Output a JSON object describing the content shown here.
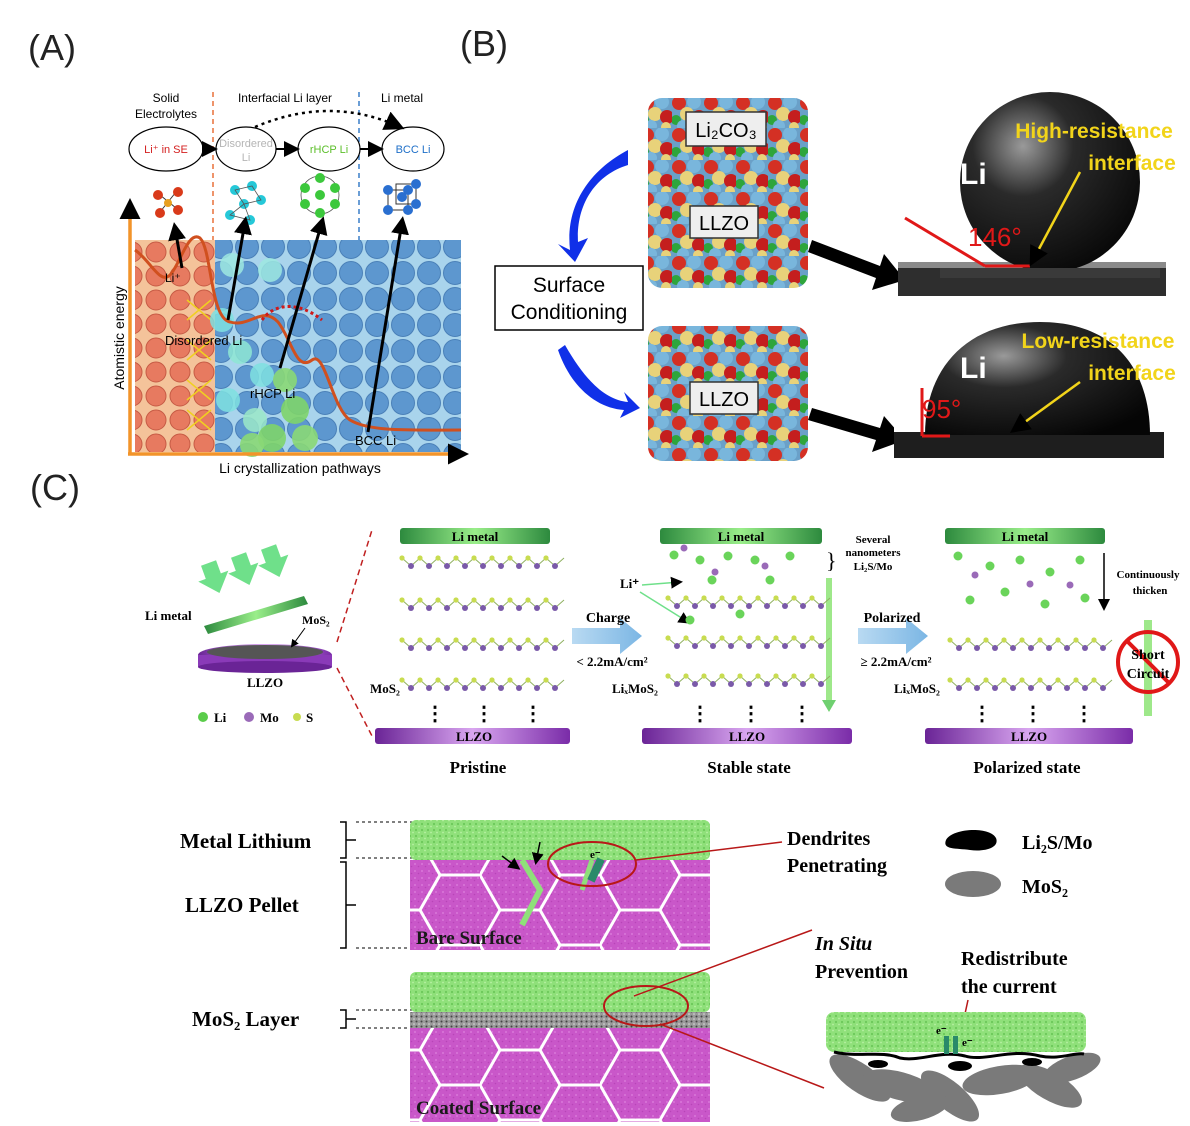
{
  "panels": {
    "a": {
      "label": "(A)",
      "headers": {
        "col1": [
          "Solid",
          "Electrolytes"
        ],
        "col2": "Interfacial Li layer",
        "col3": "Li metal"
      },
      "nodes": {
        "li_in_se": "Li⁺ in SE",
        "disordered": [
          "Disordered",
          "Li"
        ],
        "rhcp": "rHCP Li",
        "bcc": "BCC Li"
      },
      "curve_labels": {
        "li_plus": "Li⁺",
        "disordered": "Disordered Li",
        "rhcp": "rHCP Li",
        "bcc": "BCC Li"
      },
      "y_axis": "Atomistic energy",
      "x_axis": "Li crystallization pathways",
      "colors": {
        "node_red": "#d42020",
        "node_gray": "#b5b5b5",
        "node_green": "#5cbf2a",
        "node_blue": "#1e6fc8",
        "axis": "#f2942a"
      }
    },
    "b": {
      "label": "(B)",
      "box_top_1": "Li₂CO₃",
      "box_top_2": "LLZO",
      "box_bottom": "LLZO",
      "conditioning": [
        "Surface",
        "Conditioning"
      ],
      "photo_top": {
        "li": "Li",
        "angle": "146°",
        "caption": [
          "High-resistance",
          "interface"
        ]
      },
      "photo_bottom": {
        "li": "Li",
        "angle": "95°",
        "caption": [
          "Low-resistance",
          "interface"
        ]
      }
    },
    "c": {
      "label": "(C)",
      "left": {
        "li_metal": "Li metal",
        "mos2": "MoS₂",
        "llzo": "LLZO",
        "legend": [
          "Li",
          "Mo",
          "S"
        ]
      },
      "states": {
        "pristine": {
          "top": "Li metal",
          "bottom": "LLZO",
          "side": "MoS₂",
          "caption": "Pristine"
        },
        "stable": {
          "top": "Li metal",
          "bottom": "LLZO",
          "side": "LiₓMoS₂",
          "li_plus": "Li⁺",
          "note": [
            "Several",
            "nanometers",
            "Li₂S/Mo"
          ],
          "caption": "Stable state"
        },
        "polarized": {
          "top": "Li metal",
          "bottom": "LLZO",
          "side": "LiₓMoS₂",
          "note": [
            "Continuously",
            "thicken"
          ],
          "short": [
            "Short",
            "Circuit"
          ],
          "caption": "Polarized state"
        }
      },
      "arrows": {
        "charge": "Charge",
        "charge_cond": "< 2.2mA/cm²",
        "polarized": "Polarized",
        "polarized_cond": "≥ 2.2mA/cm²"
      },
      "lower": {
        "metal_lithium": "Metal Lithium",
        "llzo_pellet": "LLZO Pellet",
        "mos2_layer": "MoS₂ Layer",
        "bare_surface": "Bare Surface",
        "coated_surface": "Coated Surface",
        "dendrites": [
          "Dendrites",
          "Penetrating"
        ],
        "in_situ": "In Situ",
        "prevention": "Prevention",
        "redistribute": [
          "Redistribute",
          "the current"
        ],
        "electron": "e⁻",
        "legend_li2s": "Li₂S/Mo",
        "legend_mos2": "MoS₂"
      }
    }
  }
}
